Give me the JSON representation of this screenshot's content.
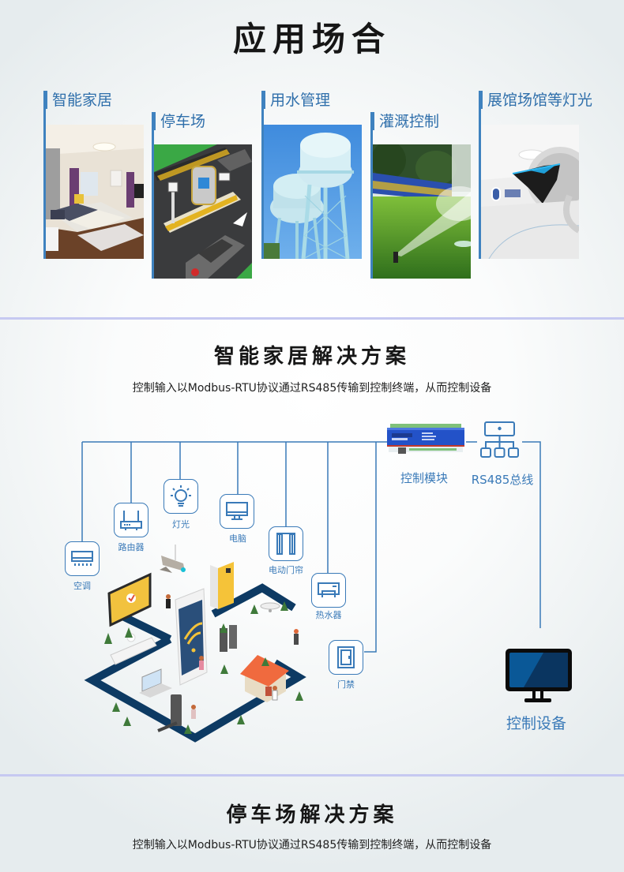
{
  "section_applications": {
    "title": "应用场合",
    "scenes": [
      {
        "label": "智能家居",
        "image": "bedroom-photo"
      },
      {
        "label": "停车场",
        "image": "parking-lot-illustration"
      },
      {
        "label": "用水管理",
        "image": "water-tower-photo"
      },
      {
        "label": "灌溉控制",
        "image": "sprinkler-irrigation-photo"
      },
      {
        "label": "展馆场馆等灯光",
        "image": "exhibition-hall-photo"
      }
    ]
  },
  "section_smart_home": {
    "title": "智能家居解决方案",
    "subtitle": "控制输入以Modbus-RTU协议通过RS485传输到控制终端，从而控制设备",
    "devices": [
      {
        "label": "空调",
        "icon": "air-conditioner-icon"
      },
      {
        "label": "路由器",
        "icon": "router-icon"
      },
      {
        "label": "灯光",
        "icon": "light-bulb-icon"
      },
      {
        "label": "电脑",
        "icon": "computer-monitor-icon"
      },
      {
        "label": "电动门帘",
        "icon": "curtain-icon"
      },
      {
        "label": "热水器",
        "icon": "water-heater-icon"
      },
      {
        "label": "门禁",
        "icon": "door-access-icon"
      }
    ],
    "control_module": {
      "label": "控制模块",
      "icon": "control-module-device"
    },
    "bus": {
      "label": "RS485总线",
      "icon": "network-topology-icon"
    },
    "terminal": {
      "label": "控制设备",
      "icon": "monitor-icon"
    }
  },
  "section_parking": {
    "title": "停车场解决方案",
    "subtitle": "控制输入以Modbus-RTU协议通过RS485传输到控制终端，从而控制设备"
  },
  "colors": {
    "accent": "#3a7ab8",
    "scene_label": "#2f6fab",
    "scene_bar": "#3f82bf",
    "divider": "#c6c9f1",
    "title": "#161616",
    "road_navy": "#0d3a63"
  }
}
